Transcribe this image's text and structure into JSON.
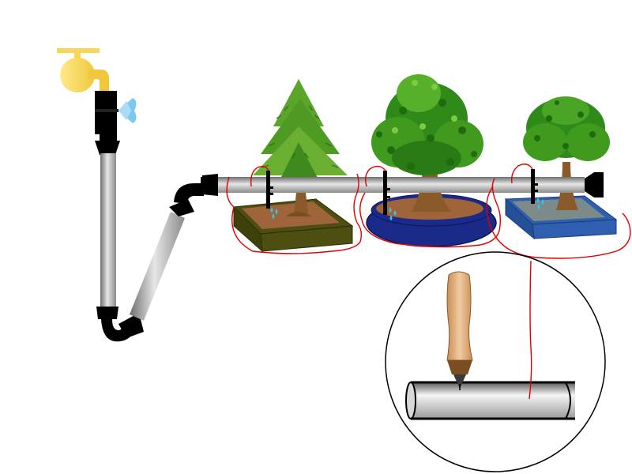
{
  "diagram": {
    "components": [
      {
        "id": "faucet",
        "icon": "water-tap-icon"
      },
      {
        "id": "valve",
        "icon": "butterfly-valve-icon"
      },
      {
        "id": "hose",
        "icon": "hose-icon"
      },
      {
        "id": "drip-pipe",
        "icon": "pipe-icon"
      },
      {
        "id": "bonsai-conifer",
        "icon": "conifer-bonsai-icon"
      },
      {
        "id": "bonsai-broadleaf",
        "icon": "broadleaf-bonsai-icon"
      },
      {
        "id": "bonsai-small",
        "icon": "small-bonsai-icon"
      },
      {
        "id": "drip-lines",
        "icon": "drip-line-icon"
      },
      {
        "id": "detail-inset",
        "icon": "awl-piercing-pipe-icon"
      }
    ],
    "colors": {
      "faucet": "#f7d758",
      "valve": "#7cc8f0",
      "pipe": "#b0b0b0",
      "fitting": "#000000",
      "drip_line": "#e00000",
      "water_drop": "#33c6e0",
      "foliage": "#3f9a1e",
      "trunk": "#8a5a2b",
      "soil": "#a0643a",
      "pot_green": "#4d4f10",
      "pot_navy": "#1a2a88",
      "pot_blue": "#2f5fb0",
      "awl_handle": "#e0b483"
    }
  }
}
